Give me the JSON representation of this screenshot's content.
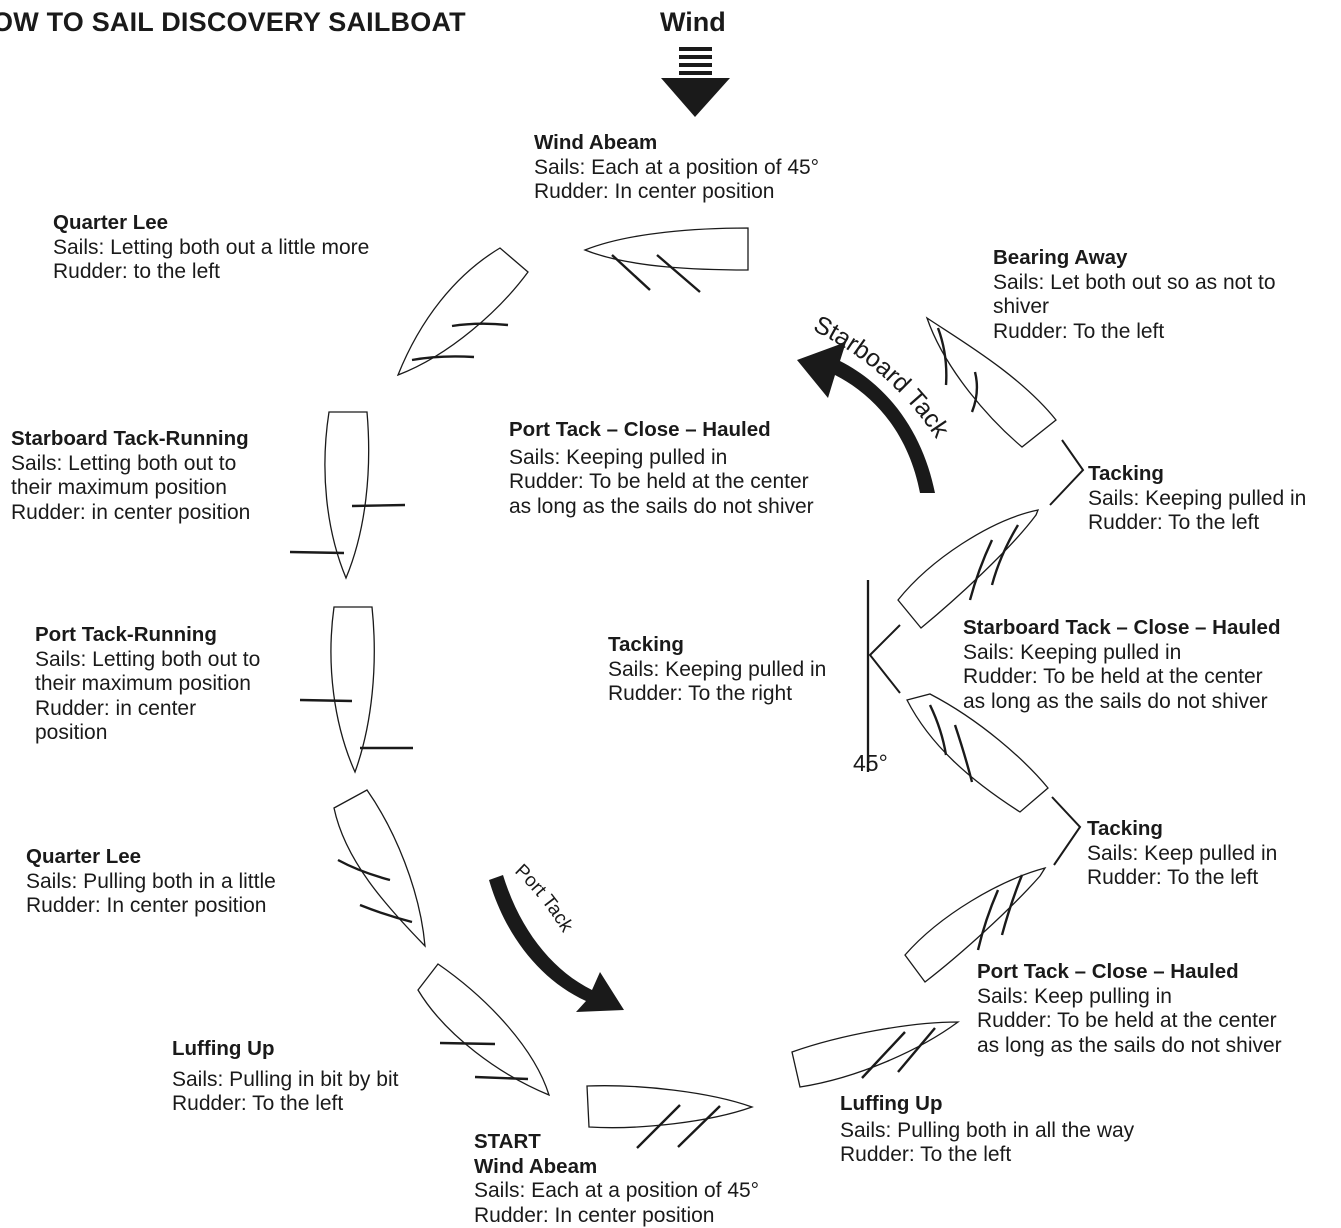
{
  "title": "OW TO SAIL DISCOVERY SAILBOAT",
  "wind": {
    "label": "Wind",
    "icon": "wind-arrow-icon"
  },
  "angle_label": "45°",
  "tack_labels": {
    "starboard": "Starboard Tack",
    "port": "Port Tack"
  },
  "steps": [
    {
      "id": "wind-abeam-top",
      "heading": "Wind Abeam",
      "lines": [
        "Sails: Each at a position of 45°",
        "Rudder: In center position"
      ]
    },
    {
      "id": "quarter-lee-top",
      "heading": "Quarter Lee",
      "lines": [
        "Sails: Letting both out a little more",
        "Rudder: to the left"
      ]
    },
    {
      "id": "bearing-away",
      "heading": "Bearing Away",
      "lines": [
        "Sails: Let both out so as not to",
        "shiver",
        "Rudder: To the left"
      ]
    },
    {
      "id": "starboard-running",
      "heading": "Starboard Tack-Running",
      "lines": [
        "Sails: Letting both out to",
        "their maximum position",
        "Rudder: in center position"
      ]
    },
    {
      "id": "port-close-hauled-center",
      "heading": "Port Tack – Close – Hauled",
      "lines": [
        "Sails: Keeping pulled in",
        "Rudder: To be held at the center",
        "as long as the sails do not shiver"
      ]
    },
    {
      "id": "tacking-upper",
      "heading": "Tacking",
      "lines": [
        "Sails: Keeping pulled in",
        "Rudder: To the left"
      ]
    },
    {
      "id": "port-running",
      "heading": "Port Tack-Running",
      "lines": [
        "Sails: Letting both out to",
        "their maximum position",
        "Rudder: in center",
        "position"
      ]
    },
    {
      "id": "tacking-center",
      "heading": "Tacking",
      "lines": [
        "Sails: Keeping pulled in",
        "Rudder: To the right"
      ]
    },
    {
      "id": "starboard-close-hauled",
      "heading": "Starboard Tack – Close – Hauled",
      "lines": [
        "Sails: Keeping pulled in",
        "Rudder: To be held at the center",
        "as long as the sails do not shiver"
      ]
    },
    {
      "id": "tacking-lower",
      "heading": "Tacking",
      "lines": [
        "Sails: Keep pulled in",
        "Rudder: To the left"
      ]
    },
    {
      "id": "quarter-lee-bottom",
      "heading": "Quarter Lee",
      "lines": [
        "Sails: Pulling both in a little",
        "Rudder: In center position"
      ]
    },
    {
      "id": "port-close-hauled-lower",
      "heading": "Port Tack – Close – Hauled",
      "lines": [
        "Sails: Keep pulling in",
        "Rudder: To be held at the center",
        "as long as the sails do not shiver"
      ]
    },
    {
      "id": "luffing-up-left",
      "heading": "Luffing Up",
      "lines": [
        "Sails: Pulling in bit by bit",
        "Rudder: To the left"
      ]
    },
    {
      "id": "luffing-up-right",
      "heading": "Luffing Up",
      "lines": [
        "Sails: Pulling both in all the way",
        "Rudder: To the left"
      ]
    },
    {
      "id": "start",
      "heading": "START",
      "lines": [
        "Wind Abeam",
        "Sails: Each at a position of 45°",
        "Rudder: In center position"
      ]
    }
  ]
}
